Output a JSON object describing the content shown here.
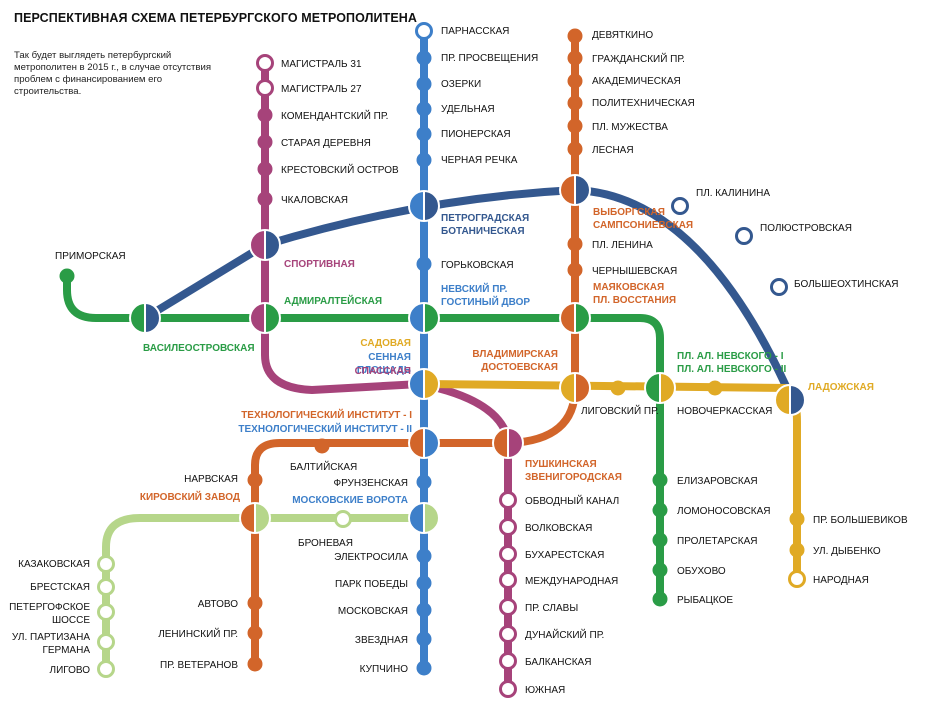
{
  "title": "ПЕРСПЕКТИВНАЯ СХЕМА ПЕТЕРБУРГСКОГО МЕТРОПОЛИТЕНА",
  "description": "Так будет выглядеть петербургский метрополитен в 2015 г., в случае отсутствия проблем с финансированием его строительства.",
  "colors": {
    "purple": "#a6437a",
    "blue": "#3d7fc9",
    "orange": "#d2652a",
    "green": "#2a9c46",
    "yellow": "#e0aa25",
    "navy": "#34588f",
    "lightgreen": "#b6d68a"
  },
  "lines": {
    "purple": [
      "Магистраль 31",
      "Магистраль 27",
      "Комендантский пр.",
      "Старая деревня",
      "Крестовский остров",
      "Чкаловская",
      "Спортивная",
      "Адмиралтейская",
      "Садовая",
      "Звенигородская",
      "Обводный канал",
      "Волковская",
      "Бухарестская",
      "Международная",
      "пр. Славы",
      "Дунайский пр.",
      "Балканская",
      "Южная"
    ],
    "blue": [
      "Парнасская",
      "пр. Просвещения",
      "Озерки",
      "Удельная",
      "Пионерская",
      "Черная речка",
      "Петроградская",
      "Горьковская",
      "Невский пр.",
      "Сенная площадь",
      "Технологический институт - II",
      "Фрунзенская",
      "Московские ворота",
      "Электросила",
      "Парк Победы",
      "Московская",
      "Звездная",
      "Купчино"
    ],
    "orange": [
      "Девяткино",
      "Гражданский пр.",
      "Академическая",
      "Политехническая",
      "пл. Мужества",
      "Лесная",
      "Выборгская",
      "пл. Ленина",
      "Чернышевская",
      "пл. Восстания",
      "Владимирская",
      "Пушкинская",
      "Технологический институт - I",
      "Балтийская",
      "Нарвская",
      "Кировский завод",
      "Автово",
      "Ленинский пр.",
      "пр. Ветеранов"
    ],
    "green": [
      "Приморская",
      "Василеостровская",
      "Гостиный двор",
      "Маяковская",
      "пл. Ал. Невского - I",
      "Елизаровская",
      "Ломоносовская",
      "Пролетарская",
      "Обухово",
      "Рыбацкое"
    ],
    "yellow": [
      "Спасская",
      "Достоевская",
      "Лиговский пр.",
      "пл. Ал. Невского - II",
      "Новочеркасская",
      "Ладожская",
      "пр. Большевиков",
      "ул. Дыбенко",
      "Народная"
    ],
    "navy": [
      "Василеостровская",
      "Спортивная",
      "Ботаническая",
      "Сампсониевская",
      "пл. Калинина",
      "Полюстровская",
      "Большеохтинская",
      "Ладожская"
    ],
    "lightgreen": [
      "Казаковская",
      "Брестская",
      "Петергофское шоссе",
      "ул. Партизана Германа",
      "Лигово",
      "Кировский завод",
      "Броневая",
      "Московские ворота"
    ]
  },
  "labels": {
    "parnasskaya": "ПАРНАССКАЯ",
    "pr_prosvescheniya": "ПР. ПРОСВЕЩЕНИЯ",
    "ozerki": "ОЗЕРКИ",
    "udelnaya": "УДЕЛЬНАЯ",
    "pionerskaya": "ПИОНЕРСКАЯ",
    "chernaya_rechka": "ЧЕРНАЯ РЕЧКА",
    "petrogradskaya": "ПЕТРОГРАДСКАЯ",
    "botanicheskaya": "БОТАНИЧЕСКАЯ",
    "gorkovskaya": "ГОРЬКОВСКАЯ",
    "nevsky": "НЕВСКИЙ ПР.",
    "gostiny": "ГОСТИНЫЙ ДВОР",
    "sennaya_1": "СЕННАЯ",
    "sennaya_2": "ПЛОЩАДЬ",
    "sadovaya": "САДОВАЯ",
    "spasskaya": "СПАССКАЯ",
    "tech_1": "ТЕХНОЛОГИЧЕСКИЙ ИНСТИТУТ - I",
    "tech_2": "ТЕХНОЛОГИЧЕСКИЙ ИНСТИТУТ - II",
    "frunzenskaya": "ФРУНЗЕНСКАЯ",
    "moskovskie_vorota": "МОСКОВСКИЕ ВОРОТА",
    "elektrosila": "ЭЛЕКТРОСИЛА",
    "park_pobedy": "ПАРК ПОБЕДЫ",
    "moskovskaya": "МОСКОВСКАЯ",
    "zvezdnaya": "ЗВЕЗДНАЯ",
    "kupchino": "КУПЧИНО",
    "magistral_31": "МАГИСТРАЛЬ 31",
    "magistral_27": "МАГИСТРАЛЬ 27",
    "komendantsky": "КОМЕНДАНТСКИЙ ПР.",
    "staraya_derevnya": "СТАРАЯ ДЕРЕВНЯ",
    "krestovsky": "КРЕСТОВСКИЙ ОСТРОВ",
    "chkalovskaya": "ЧКАЛОВСКАЯ",
    "sportivnaya": "СПОРТИВНАЯ",
    "admiralteyskaya": "АДМИРАЛТЕЙСКАЯ",
    "primorskaya": "ПРИМОРСКАЯ",
    "vasileostrovskaya": "ВАСИЛЕОСТРОВСКАЯ",
    "devyatkino": "ДЕВЯТКИНО",
    "grazhdansky": "ГРАЖДАНСКИЙ ПР.",
    "akademicheskaya": "АКАДЕМИЧЕСКАЯ",
    "politekhnicheskaya": "ПОЛИТЕХНИЧЕСКАЯ",
    "pl_muzhestva": "ПЛ. МУЖЕСТВА",
    "lesnaya": "ЛЕСНАЯ",
    "vyborgskaya": "ВЫБОРГСКАЯ",
    "sampsonievskaya": "САМПСОНИЕВСКАЯ",
    "pl_lenina": "ПЛ. ЛЕНИНА",
    "chernyshevskaya": "ЧЕРНЫШЕВСКАЯ",
    "mayakovskaya": "МАЯКОВСКАЯ",
    "pl_vosstaniya": "ПЛ. ВОССТАНИЯ",
    "vladimirskaya": "ВЛАДИМИРСКАЯ",
    "dostoevskaya": "ДОСТОЕВСКАЯ",
    "ligovsky": "ЛИГОВСКИЙ ПР.",
    "pl_kalinina": "ПЛ. КАЛИНИНА",
    "polyustrovskaya": "ПОЛЮСТРОВСКАЯ",
    "bolsheokhtinskaya": "БОЛЬШЕОХТИНСКАЯ",
    "ladozhskaya": "ЛАДОЖСКАЯ",
    "pl_nevsky_1": "ПЛ. АЛ. НЕВСКОГО - I",
    "pl_nevsky_2": "ПЛ. АЛ. НЕВСКОГО - II",
    "novocherkasskaya": "НОВОЧЕРКАССКАЯ",
    "elizarovskaya": "ЕЛИЗАРОВСКАЯ",
    "lomonosovskaya": "ЛОМОНОСОВСКАЯ",
    "proletarskaya": "ПРОЛЕТАРСКАЯ",
    "obukhovo": "ОБУХОВО",
    "rybatskoe": "РЫБАЦКОЕ",
    "pr_bolshevikov": "ПР. БОЛЬШЕВИКОВ",
    "ul_dybenko": "УЛ. ДЫБЕНКО",
    "narodnaya": "НАРОДНАЯ",
    "pushkinskaya": "ПУШКИНСКАЯ",
    "zvenigorodskaya": "ЗВЕНИГОРОДСКАЯ",
    "obvodny": "ОБВОДНЫЙ КАНАЛ",
    "volkovskaya": "ВОЛКОВСКАЯ",
    "bukharestskaya": "БУХАРЕСТСКАЯ",
    "mezhdunarodnaya": "МЕЖДУНАРОДНАЯ",
    "pr_slavy": "ПР. СЛАВЫ",
    "dunaysky": "ДУНАЙСКИЙ ПР.",
    "balkanskaya": "БАЛКАНСКАЯ",
    "yuzhnaya": "ЮЖНАЯ",
    "baltiyskaya": "БАЛТИЙСКАЯ",
    "narvskaya": "НАРВСКАЯ",
    "kirovsky_zavod": "КИРОВСКИЙ ЗАВОД",
    "avtovo": "АВТОВО",
    "leninsky": "ЛЕНИНСКИЙ ПР.",
    "pr_veteranov": "ПР. ВЕТЕРАНОВ",
    "bronevaya": "БРОНЕВАЯ",
    "kazakovskaya": "КАЗАКОВСКАЯ",
    "brestskaya": "БРЕСТСКАЯ",
    "petergofskoe_1": "ПЕТЕРГОФСКОЕ",
    "petergofskoe_2": "ШОССЕ",
    "partizana_1": "УЛ. ПАРТИЗАНА",
    "partizana_2": "ГЕРМАНА",
    "ligovo": "ЛИГОВО"
  }
}
